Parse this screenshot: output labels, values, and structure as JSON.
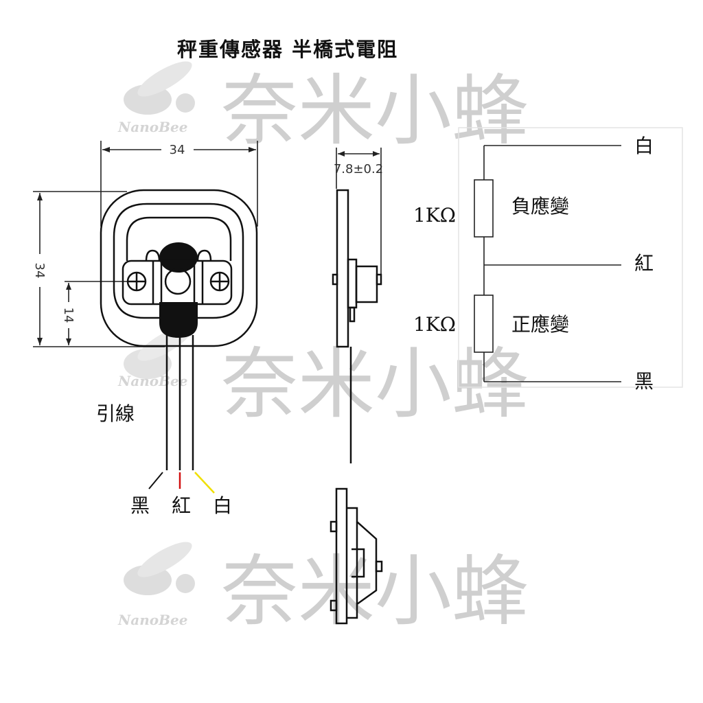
{
  "title": "秤重傳感器 半橋式電阻",
  "watermark": {
    "text": "奈米小蜂",
    "logo_text": "NanoBee"
  },
  "front_view": {
    "width_dim": "34",
    "height_dim": "34",
    "offset_dim": "14",
    "lead_label": "引線",
    "wires": [
      {
        "label": "黑",
        "color": "#111111"
      },
      {
        "label": "紅",
        "color": "#d01010"
      },
      {
        "label": "白",
        "color": "#f0e000"
      }
    ]
  },
  "side_view": {
    "thickness_dim": "7.8±0.2"
  },
  "circuit": {
    "resistors": [
      {
        "value": "1KΩ",
        "label": "負應變"
      },
      {
        "value": "1KΩ",
        "label": "正應變"
      }
    ],
    "terminals": [
      "白",
      "紅",
      "黑"
    ]
  }
}
